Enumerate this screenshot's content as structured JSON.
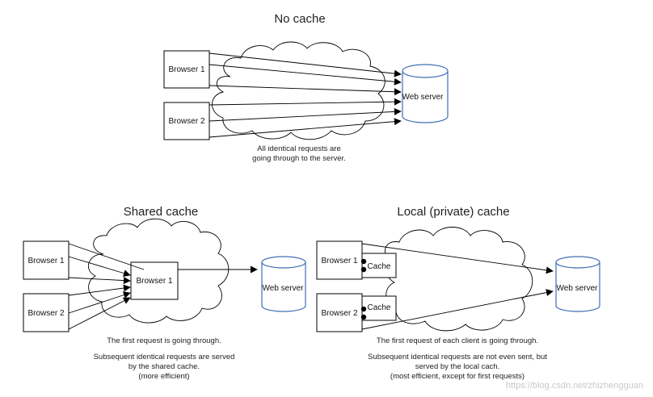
{
  "sections": {
    "no_cache": {
      "title": "No cache",
      "browser1": "Browser 1",
      "browser2": "Browser 2",
      "server": "Web server",
      "caption": [
        "All identical requests are",
        "going through to the server."
      ]
    },
    "shared_cache": {
      "title": "Shared cache",
      "browser1": "Browser 1",
      "browser2": "Browser 2",
      "proxy": "Browser 1",
      "server": "Web server",
      "caption": [
        "The first request is going through.",
        "",
        "Subsequent identical requests are served",
        "by the shared cache.",
        "(more efficient)"
      ]
    },
    "local_cache": {
      "title": "Local (private) cache",
      "browser1": "Browser 1",
      "browser2": "Browser 2",
      "cache1": "Cache",
      "cache2": "Cache",
      "server": "Web server",
      "caption": [
        "The first request of each client is going through.",
        "",
        "Subsequent identical requests are not even sent, but",
        "served by the local cach.",
        "(most efficient, except for first requests)"
      ]
    }
  },
  "watermark": "https://blog.csdn.net/zhizhengguan",
  "colors": {
    "server_outline": "#3f6fb5",
    "line": "#000000"
  }
}
